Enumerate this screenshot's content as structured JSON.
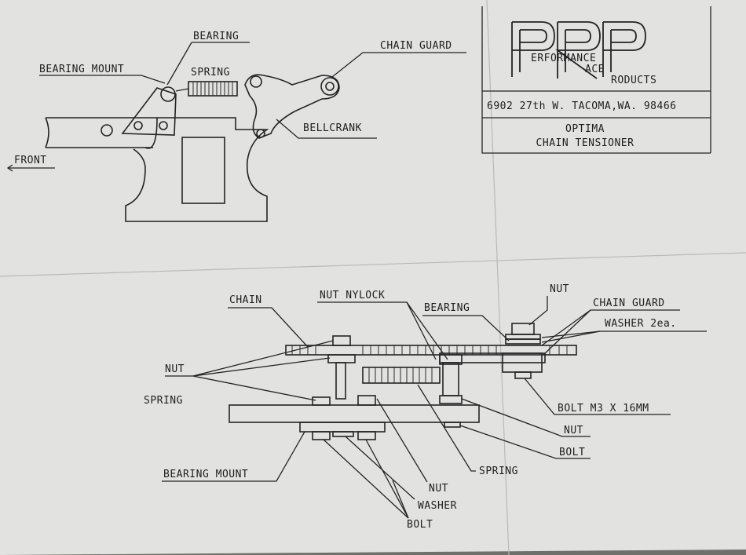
{
  "title_block": {
    "logo": "PRP",
    "company_lines": [
      "ERFORMANCE",
      "ACE",
      "RODUCTS"
    ],
    "address": "6902 27th W. TACOMA,WA. 98466",
    "product_line1": "OPTIMA",
    "product_line2": "CHAIN TENSIONER"
  },
  "side_view": {
    "bearing": "BEARING",
    "bearing_mount": "BEARING MOUNT",
    "spring": "SPRING",
    "chain_guard": "CHAIN GUARD",
    "bellcrank": "BELLCRANK",
    "front": "FRONT"
  },
  "section_view": {
    "chain": "CHAIN",
    "nut_nylock": "NUT NYLOCK",
    "bearing": "BEARING",
    "nut_top": "NUT",
    "chain_guard": "CHAIN GUARD",
    "washer_2ea": "WASHER 2ea.",
    "nut_left": "NUT",
    "spring_left": "SPRING",
    "bolt_m3": "BOLT M3 X 16MM",
    "nut_right": "NUT",
    "bolt_right": "BOLT",
    "bearing_mount": "BEARING MOUNT",
    "spring_bottom": "SPRING",
    "nut_bottom": "NUT",
    "washer_bottom": "WASHER",
    "bolt_bottom": "BOLT"
  },
  "colors": {
    "paper": "#e2e3e0",
    "ink": "#232326",
    "frame": "#6f706c"
  }
}
